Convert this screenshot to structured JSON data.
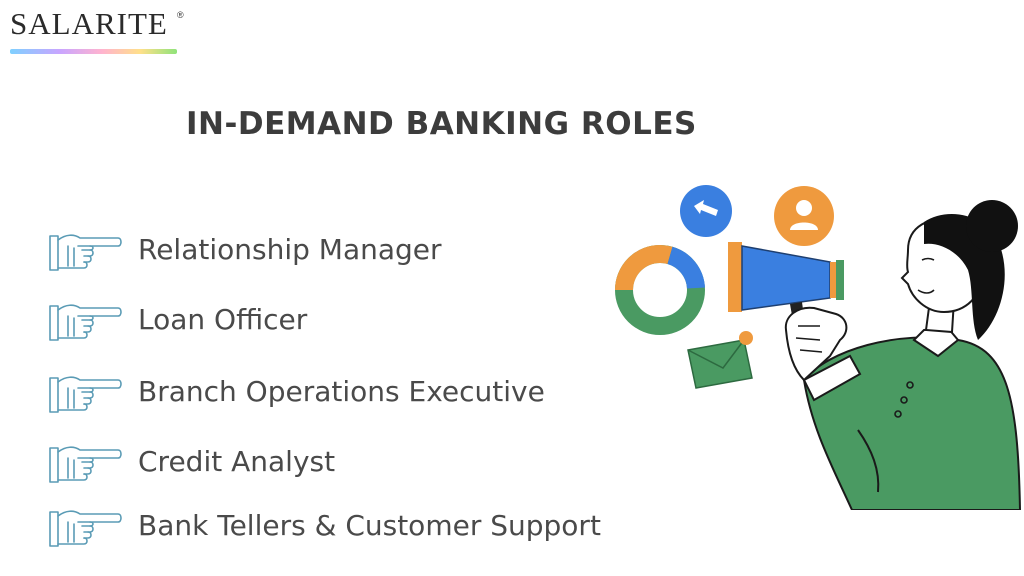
{
  "brand": {
    "name": "SALARITE",
    "reg_mark": "®"
  },
  "title": "IN-DEMAND BANKING ROLES",
  "roles": [
    {
      "label": "Relationship Manager",
      "icon": "pointing-hand-icon"
    },
    {
      "label": "Loan Officer",
      "icon": "pointing-hand-icon"
    },
    {
      "label": "Branch Operations Executive",
      "icon": "pointing-hand-icon"
    },
    {
      "label": "Credit Analyst",
      "icon": "pointing-hand-icon"
    },
    {
      "label": "Bank Tellers & Customer Support",
      "icon": "pointing-hand-icon"
    }
  ],
  "illustration": {
    "subject": "woman-with-megaphone",
    "icons": [
      "donut-chart-icon",
      "arrow-cursor-icon",
      "user-icon",
      "envelope-icon",
      "megaphone-icon"
    ]
  },
  "colors": {
    "title": "#3c3c3c",
    "text": "#4a4a4a",
    "hand_outline": "#5a9bb5",
    "green": "#4a9a62",
    "orange": "#ef9a3e",
    "blue": "#3a7fe0"
  }
}
